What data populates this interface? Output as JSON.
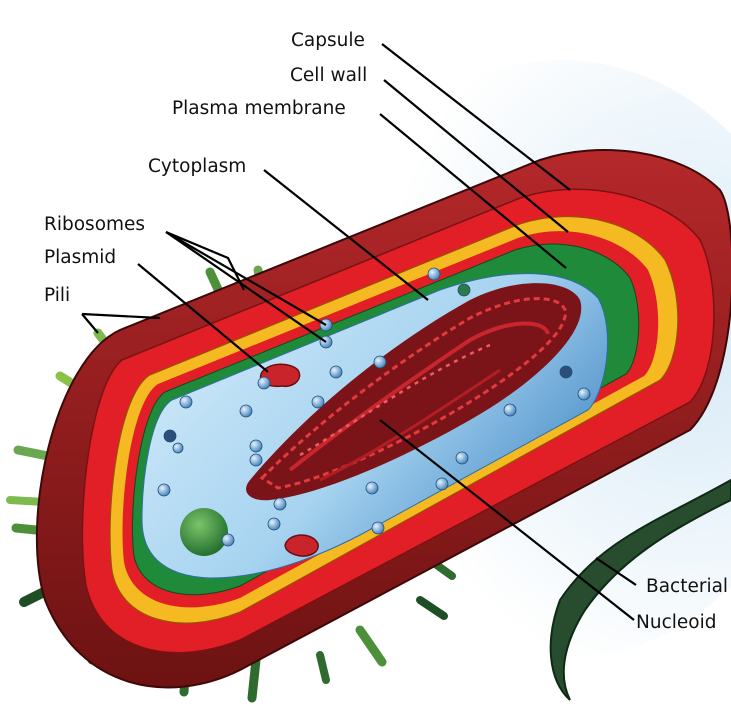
{
  "labels": {
    "capsule": "Capsule",
    "cell_wall": "Cell wall",
    "plasma_membrane": "Plasma membrane",
    "cytoplasm": "Cytoplasm",
    "ribosomes": "Ribosomes",
    "plasmid": "Plasmid",
    "pili": "Pili",
    "flagellum": "Bacterial Flagellum",
    "nucleoid": "Nucleoid"
  },
  "colors": {
    "capsule": "#8e1b1b",
    "capsule_dark": "#6a1010",
    "cell_wall": "#e21f26",
    "outer_membrane": "#f5b921",
    "plasma_membrane": "#1f8a3a",
    "cytoplasm": "#a9d6f2",
    "nucleoid": "#b3262c",
    "ribosome": "#2c6aa0",
    "pili": "#2f6a2f"
  }
}
